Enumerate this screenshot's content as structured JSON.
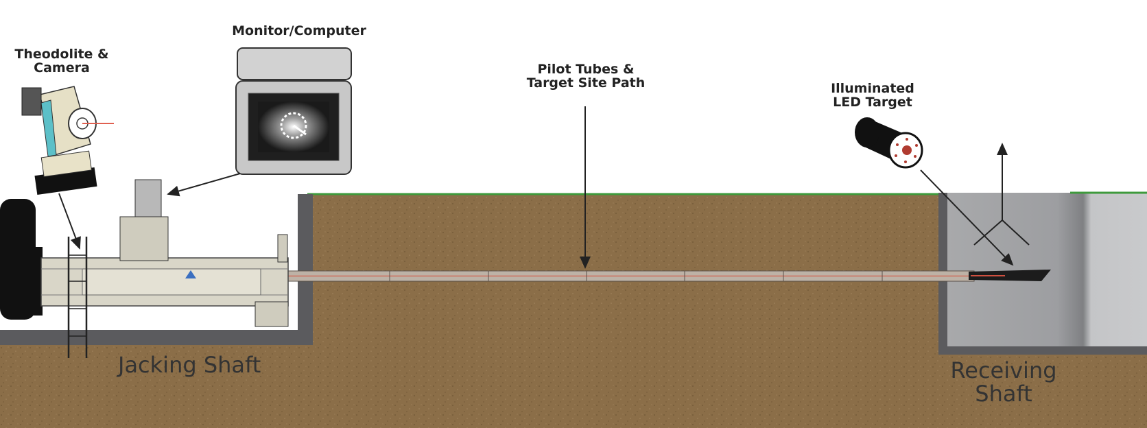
{
  "labels": {
    "theodolite": "Theodolite & Camera",
    "monitor": "Monitor/Computer",
    "pilot_tubes": "Pilot Tubes & Target Site Path",
    "led_target": "Illuminated LED Target",
    "jacking_shaft": "Jacking Shaft",
    "receiving_shaft": "Receiving Shaft"
  },
  "colors": {
    "soil": "#8b6e48",
    "grass": "#3e9a3c",
    "shaft_wall": "#5b5b5e",
    "receiving_interior": "#b9babc",
    "machine": "#d9d6c8",
    "pipe": "#bdb2a6",
    "laser": "#e06050"
  }
}
